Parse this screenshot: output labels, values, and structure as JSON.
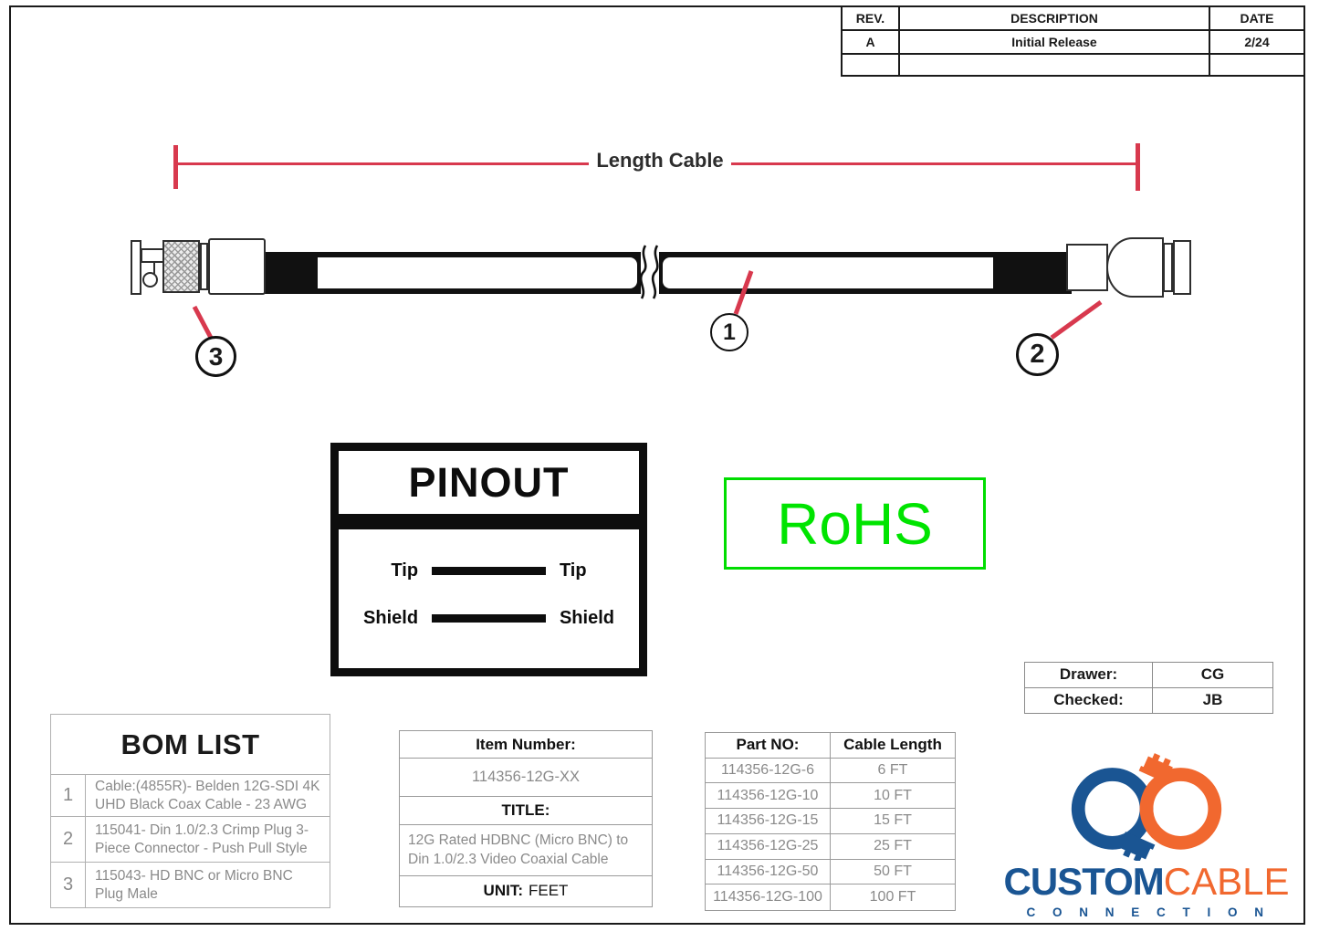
{
  "revision_table": {
    "headers": [
      "REV.",
      "DESCRIPTION",
      "DATE"
    ],
    "rows": [
      {
        "rev": "A",
        "description": "Initial Release",
        "date": "2/24"
      },
      {
        "rev": "",
        "description": "",
        "date": ""
      }
    ]
  },
  "diagram": {
    "dimension_label": "Length Cable",
    "callouts": {
      "cable": "1",
      "din_connector": "2",
      "bnc_connector": "3"
    }
  },
  "pinout": {
    "title": "PINOUT",
    "rows": [
      {
        "left": "Tip",
        "right": "Tip"
      },
      {
        "left": "Shield",
        "right": "Shield"
      }
    ]
  },
  "rohs": {
    "label": "RoHS"
  },
  "approval": {
    "rows": [
      {
        "label": "Drawer:",
        "value": "CG"
      },
      {
        "label": "Checked:",
        "value": "JB"
      }
    ]
  },
  "bom": {
    "title": "BOM LIST",
    "items": [
      {
        "no": "1",
        "description": "Cable:(4855R)- Belden 12G-SDI 4K UHD Black Coax Cable - 23 AWG"
      },
      {
        "no": "2",
        "description": "115041- Din 1.0/2.3 Crimp Plug 3-Piece Connector - Push Pull Style"
      },
      {
        "no": "3",
        "description": "115043- HD BNC or Micro BNC Plug Male"
      }
    ]
  },
  "item_info": {
    "item_number_label": "Item Number:",
    "item_number": "114356-12G-XX",
    "title_label": "TITLE:",
    "title": "12G Rated HDBNC (Micro BNC) to Din 1.0/2.3 Video Coaxial Cable",
    "unit_label": "UNIT:",
    "unit_value": "FEET"
  },
  "part_table": {
    "headers": [
      "Part NO:",
      "Cable Length"
    ],
    "rows": [
      {
        "part_no": "114356-12G-6",
        "length": "6 FT"
      },
      {
        "part_no": "114356-12G-10",
        "length": "10 FT"
      },
      {
        "part_no": "114356-12G-15",
        "length": "15 FT"
      },
      {
        "part_no": "114356-12G-25",
        "length": "25 FT"
      },
      {
        "part_no": "114356-12G-50",
        "length": "50 FT"
      },
      {
        "part_no": "114356-12G-100",
        "length": "100 FT"
      }
    ]
  },
  "logo": {
    "word_custom": "CUSTOM",
    "word_cable": "CABLE",
    "word_connection": "C O N N E C T I O N"
  },
  "colors": {
    "dimension_red": "#D8394E",
    "rohs_green": "#00E400",
    "logo_blue": "#1A5593",
    "logo_orange": "#F1682F",
    "muted_text_grey": "#8A8A8A"
  }
}
